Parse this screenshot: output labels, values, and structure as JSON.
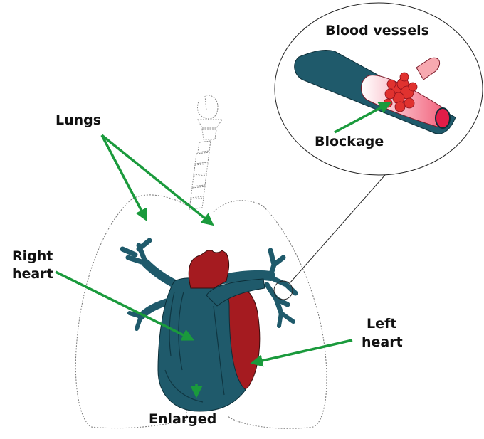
{
  "labels": {
    "lungs": "Lungs",
    "right_heart_line1": "Right",
    "right_heart_line2": "heart",
    "left_heart_line1": "Left",
    "left_heart_line2": "heart",
    "enlarged": "Enlarged",
    "blood_vessels": "Blood vessels",
    "blockage": "Blockage"
  },
  "colors": {
    "right_heart": "#1f5a6b",
    "left_heart": "#a51b20",
    "arrows": "#1a9a3c",
    "clot": "#e0322f",
    "vessel_lumen": "#f7a9b0",
    "outline": "#555555"
  }
}
